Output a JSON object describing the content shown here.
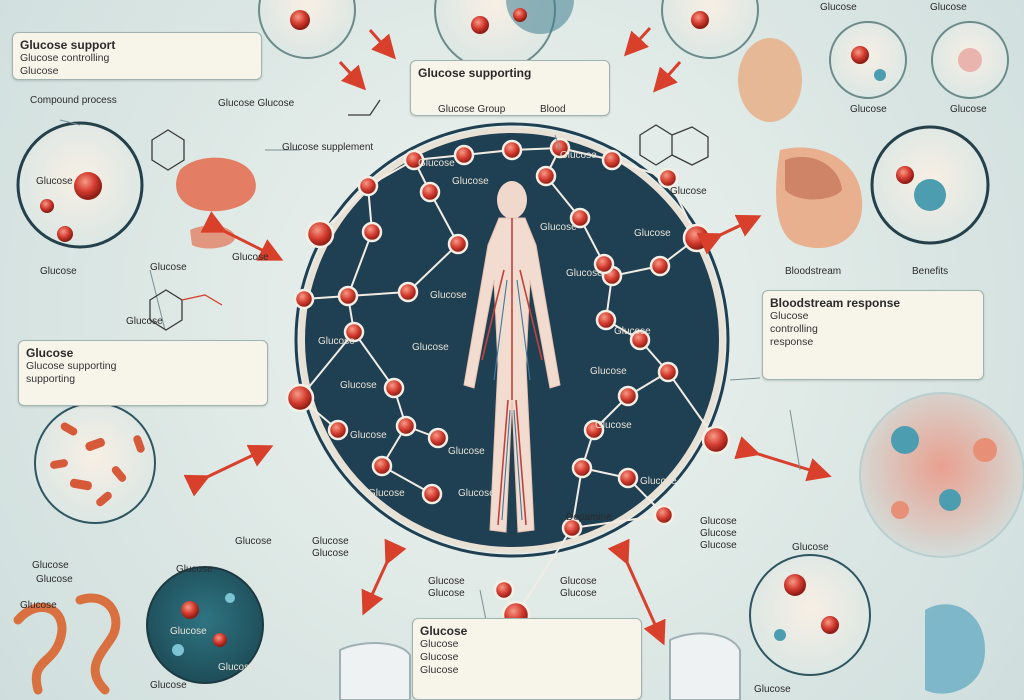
{
  "boxes": {
    "top_left": {
      "title": "Glucose support",
      "line1": "Glucose controlling",
      "line2": "Glucose"
    },
    "top_center": {
      "title": "Glucose supporting"
    },
    "left_mid": {
      "title": "Glucose",
      "line1": "Glucose supporting",
      "line2": "supporting"
    },
    "right_mid": {
      "title": "Bloodstream response",
      "line1": "Glucose",
      "line2": "controlling",
      "line3": "response"
    },
    "bottom_center": {
      "title": "Glucose",
      "line1": "Glucose",
      "line2": "Glucose",
      "line3": "Glucose"
    }
  },
  "labels": {
    "compound_process": "Compound process",
    "glucose_glucose": "Glucose Glucose",
    "glucose_left_small": "Glucose",
    "glucose_supplement": "Glucose supplement",
    "glucose_group": "Glucose Group",
    "blood": "Blood",
    "glucose_top_right_1": "Glucose",
    "glucose_top_right_2": "Glucose",
    "glucose_top_right_3": "Glucose",
    "glucose_mid_left": "Glucose",
    "glucose_mid_right": "Glucose",
    "glucose_lower_left": "Glucose",
    "glucose_lower_right": "Glucose",
    "glucose_bottom_left": "Glucose",
    "glucose_bottom_right": "Glucose",
    "dot_1": "Glucose",
    "dot_2": "Glucose",
    "bloodstream": "Bloodstream",
    "benefits": "Benefits",
    "dopamine": "Dopamine",
    "glucose_ring_1": "Glucose",
    "glucose_ring_2": "Glucose",
    "glucose_ring_3": "Glucose",
    "glucose_ring_4": "Glucose",
    "glucose_ring_5": "Glucose",
    "glucose_ring_6": "Glucose",
    "glucose_ring_7": "Glucose",
    "glucose_ring_8": "Glucose",
    "glucose_ring_9": "Glucose",
    "glucose_ring_10": "Glucose",
    "glucose_ring_11": "Glucose",
    "glucose_ring_12": "Glucose",
    "glucose_ring_13": "Glucose",
    "glucose_ring_14": "Glucose",
    "glucose_ring_15": "Glucose",
    "glucose_ring_16": "Glucose",
    "glucose_ring_17": "Glucose",
    "glucose_ring_18": "Glucose",
    "bottom_1": "Glucose",
    "bottom_2": "Glucose",
    "bottom_3": "Glucose",
    "bottom_4": "Glucose",
    "bottom_5": "Glucose",
    "bottom_6": "Glucose",
    "bottom_7": "Glucose",
    "bottom_8": "Glucose",
    "bottom_9": "Glucose",
    "bottom_10": "Glucose",
    "bottom_11": "Glucose",
    "bottom_12": "Glucose",
    "bottom_13": "Glucose",
    "bottom_14": "Glucose",
    "bottom_15": "Glucose",
    "bottom_16": "Glucose",
    "bottom_17": "Glucose"
  },
  "colors": {
    "ring": "#1f3f52",
    "molecule": "#d23a2e",
    "arrow": "#d8402c",
    "bond": "#f1ece4"
  }
}
